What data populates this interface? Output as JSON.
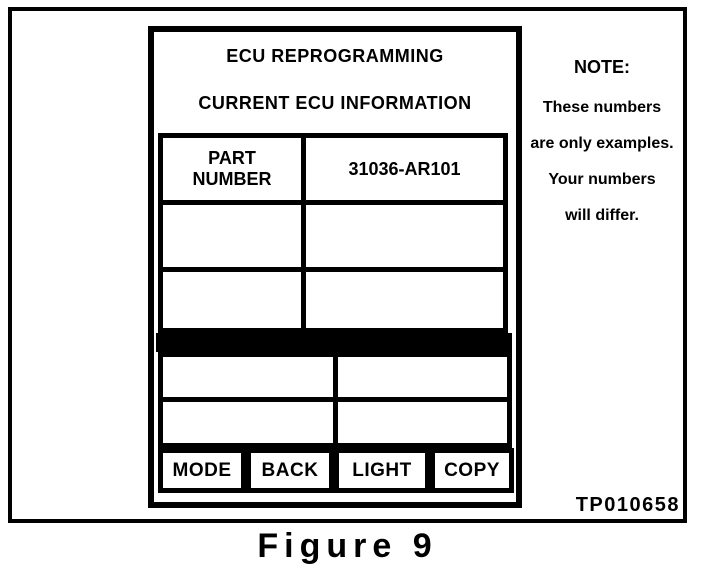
{
  "figure": {
    "caption": "Figure 9",
    "code": "TP010658"
  },
  "screen": {
    "title": "ECU REPROGRAMMING",
    "subtitle": "CURRENT ECU INFORMATION",
    "info_table": {
      "rows": [
        {
          "label": "PART NUMBER",
          "value": "31036-AR101"
        },
        {
          "label": "",
          "value": ""
        },
        {
          "label": "",
          "value": ""
        }
      ]
    },
    "lower_table": {
      "rows": [
        {
          "left": "",
          "right": ""
        },
        {
          "left": "",
          "right": ""
        }
      ]
    },
    "buttons": [
      {
        "label": "MODE"
      },
      {
        "label": "BACK"
      },
      {
        "label": "LIGHT"
      },
      {
        "label": "COPY"
      }
    ]
  },
  "note": {
    "heading": "NOTE:",
    "lines": [
      "These numbers",
      "are only examples.",
      "Your numbers",
      "will differ."
    ]
  },
  "colors": {
    "ink": "#000000",
    "paper": "#ffffff"
  }
}
